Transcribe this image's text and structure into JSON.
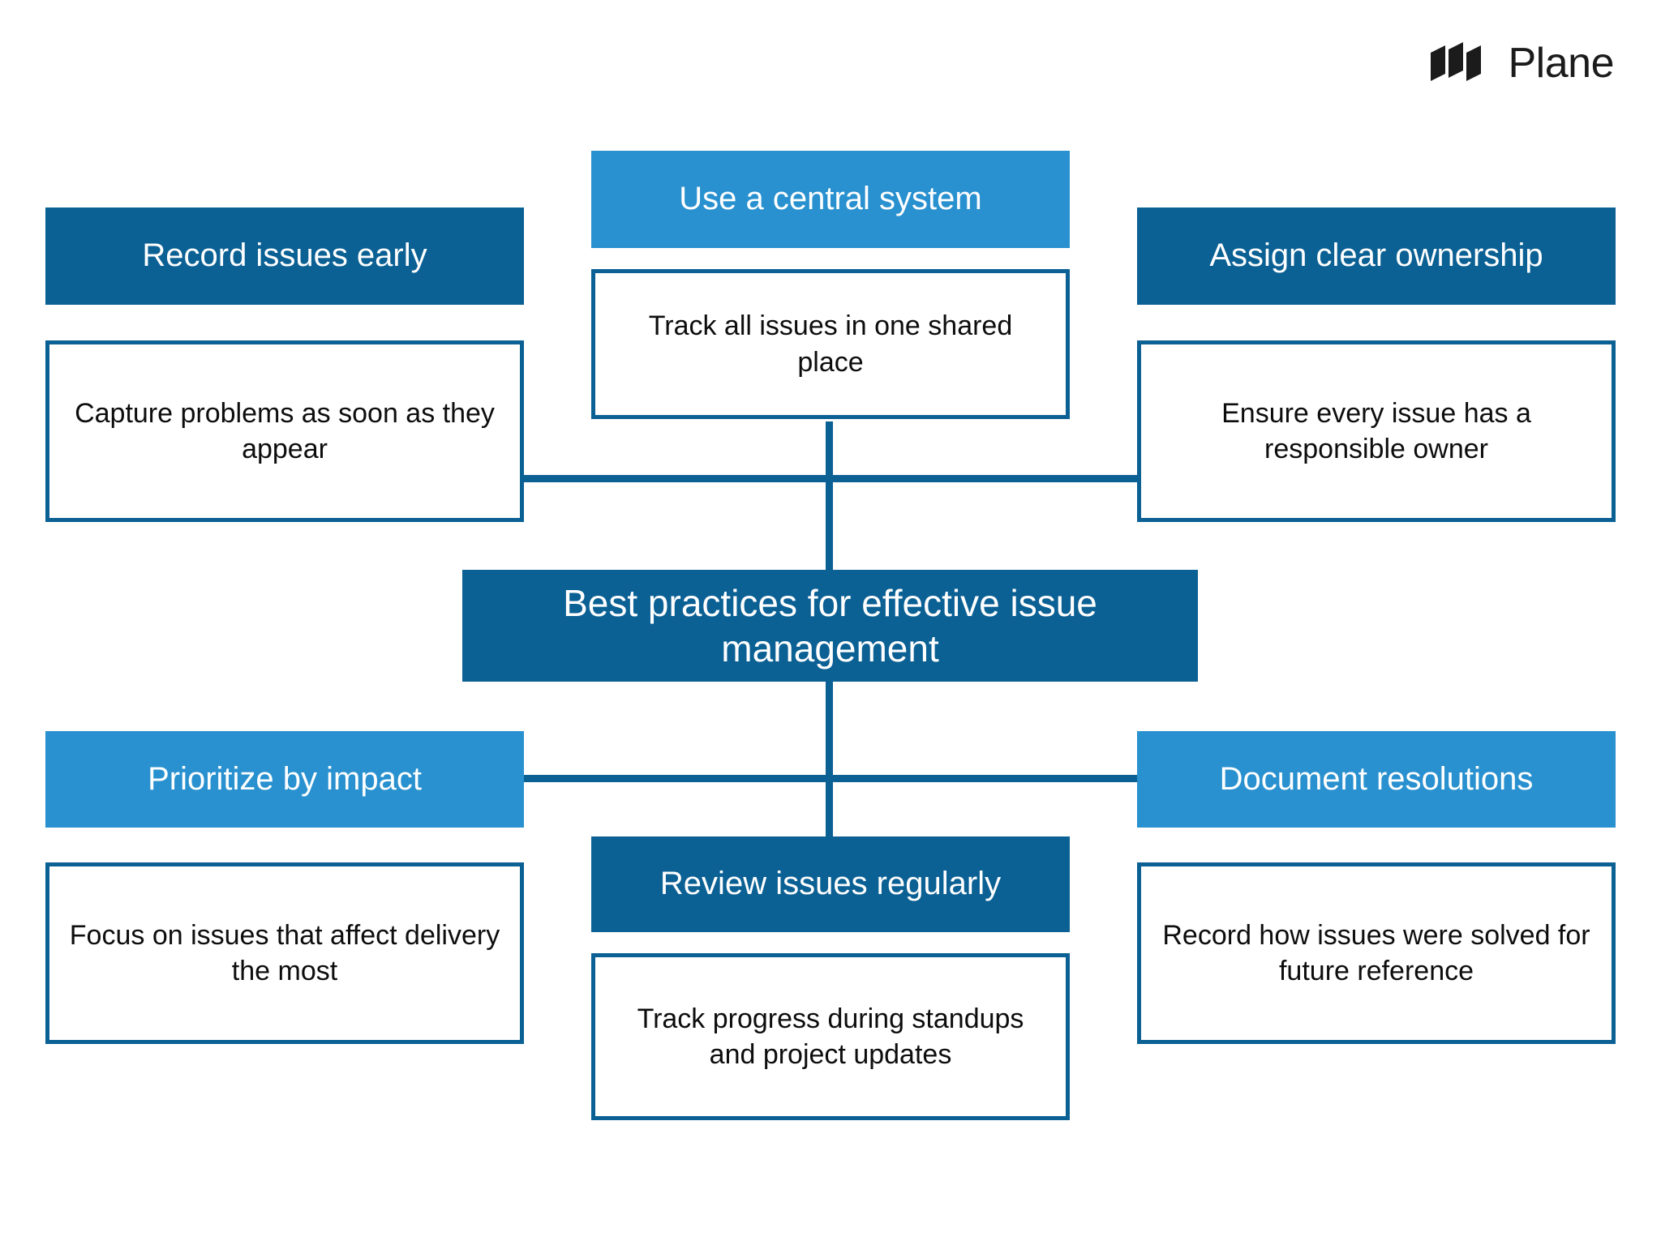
{
  "brand": {
    "name": "Plane",
    "logo_icon": "plane-logo-icon"
  },
  "colors": {
    "dark_blue": "#0B6094",
    "light_blue": "#2991CF",
    "connector": "#0B6094",
    "background": "#FFFFFF",
    "header_text": "#FFFFFF",
    "body_text": "#0D0D0D"
  },
  "center": {
    "title": "Best practices for effective issue management"
  },
  "nodes": [
    {
      "id": "record-issues-early",
      "header": "Record issues early",
      "body": "Capture problems as soon as they appear",
      "header_style": "dark",
      "position": "top-left"
    },
    {
      "id": "use-a-central-system",
      "header": "Use a central system",
      "body": "Track all issues in one shared place",
      "header_style": "light",
      "position": "top-center"
    },
    {
      "id": "assign-clear-ownership",
      "header": "Assign clear ownership",
      "body": "Ensure every issue has a responsible owner",
      "header_style": "dark",
      "position": "top-right"
    },
    {
      "id": "prioritize-by-impact",
      "header": "Prioritize by impact",
      "body": "Focus on issues that affect delivery the most",
      "header_style": "light",
      "position": "bottom-left"
    },
    {
      "id": "review-issues-regularly",
      "header": "Review issues regularly",
      "body": "Track progress during standups and project updates",
      "header_style": "dark",
      "position": "bottom-center"
    },
    {
      "id": "document-resolutions",
      "header": "Document resolutions",
      "body": "Record how issues were solved for future reference",
      "header_style": "light",
      "position": "bottom-right"
    }
  ]
}
